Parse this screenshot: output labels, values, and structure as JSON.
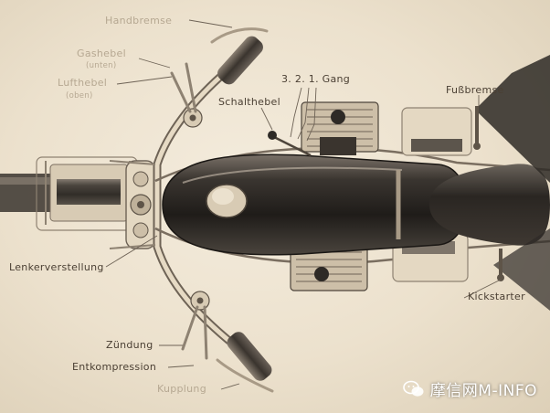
{
  "labels": {
    "handbremse": "Handbremse",
    "gashebel": "Gashebel",
    "gashebel_sub": "(unten)",
    "lufthebel": "Lufthebel",
    "lufthebel_sub": "(oben)",
    "gang": "3. 2. 1. Gang",
    "schalthebel": "Schalthebel",
    "fussbremse": "Fußbremse",
    "lenkerverstellung": "Lenkerverstellung",
    "kickstarter": "Kickstarter",
    "zuendung": "Zündung",
    "entkompression": "Entkompression",
    "kupplung": "Kupplung"
  },
  "watermark": {
    "text": "摩信网M-INFO",
    "icon": "wechat-icon"
  },
  "colors": {
    "paper": "#ece1cd",
    "ink": "#4a3f33",
    "metal_dark": "#2e2a26",
    "metal_light": "#cdbfa8"
  }
}
